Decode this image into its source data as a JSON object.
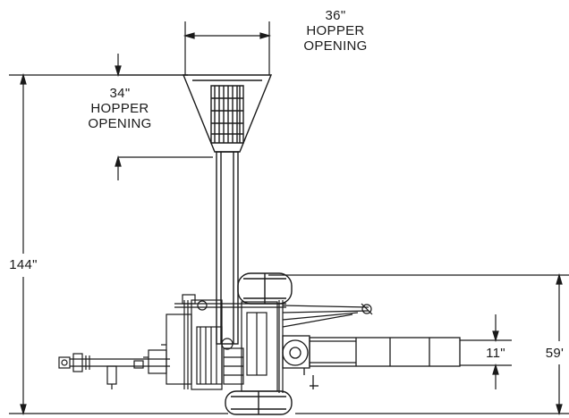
{
  "dimensions": {
    "top_hopper": {
      "value": "36\"",
      "line1": "HOPPER",
      "line2": "OPENING"
    },
    "side_hopper": {
      "value": "34\"",
      "line1": "HOPPER",
      "line2": "OPENING"
    },
    "overall_height": {
      "value": "144\""
    },
    "outlet_height": {
      "value": "11\""
    },
    "right_height": {
      "value": "59'"
    }
  },
  "colors": {
    "ink": "#1a1a1a",
    "background": "#ffffff"
  }
}
